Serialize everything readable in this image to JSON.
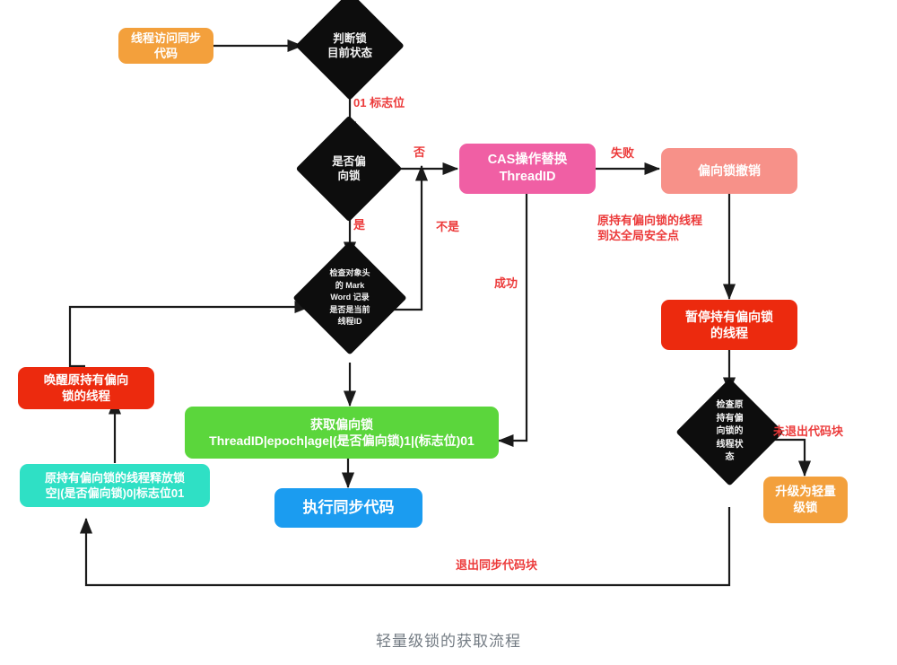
{
  "diagram": {
    "title": "轻量级锁的获取流程",
    "type": "flowchart",
    "colors": {
      "orange": "#F3A03C",
      "pink": "#F05FA4",
      "salmon": "#F79189",
      "red": "#EC2A0E",
      "green": "#5BD63C",
      "blue": "#1B9CF0",
      "teal": "#2FE0C5",
      "diamond": "#0D0D0D",
      "edge": "#1a1a1a",
      "edge_label": "#EC3A3A",
      "title_text": "#737B83"
    },
    "nodes": [
      {
        "id": "n1",
        "shape": "box",
        "color": "orange",
        "text": "线程访问同步代码"
      },
      {
        "id": "n2",
        "shape": "diamond",
        "color": "diamond",
        "text": "判断锁\n目前状态"
      },
      {
        "id": "n3",
        "shape": "diamond",
        "color": "diamond",
        "text": "是否偏\n向锁"
      },
      {
        "id": "n4",
        "shape": "box",
        "color": "pink",
        "text": "CAS操作替换\nThreadID"
      },
      {
        "id": "n5",
        "shape": "box",
        "color": "salmon",
        "text": "偏向锁撤销"
      },
      {
        "id": "n6",
        "shape": "box",
        "color": "red",
        "text": "暂停持有偏向锁\n的线程"
      },
      {
        "id": "n7",
        "shape": "diamond",
        "color": "diamond",
        "text": "检查对象头\n的 Mark\nWord 记录\n是否是当前\n线程ID"
      },
      {
        "id": "n8",
        "shape": "diamond",
        "color": "diamond",
        "text": "检查原\n持有偏\n向锁的\n线程状\n态"
      },
      {
        "id": "n9",
        "shape": "box",
        "color": "red",
        "text": "唤醒原持有偏向\n锁的线程"
      },
      {
        "id": "n10",
        "shape": "box",
        "color": "green",
        "text": "获取偏向锁\nThreadID|epoch|age|(是否偏向锁)1|(标志位)01"
      },
      {
        "id": "n11",
        "shape": "box",
        "color": "teal",
        "text": "原持有偏向锁的线程释放锁\n空|(是否偏向锁)0|标志位01"
      },
      {
        "id": "n12",
        "shape": "box",
        "color": "blue",
        "text": "执行同步代码"
      },
      {
        "id": "n13",
        "shape": "box",
        "color": "orange",
        "text": "升级为轻量\n级锁"
      }
    ],
    "edge_labels": [
      {
        "id": "e1",
        "text": "01 标志位"
      },
      {
        "id": "e2",
        "text": "否"
      },
      {
        "id": "e3",
        "text": "是"
      },
      {
        "id": "e4",
        "text": "不是"
      },
      {
        "id": "e5",
        "text": "失败"
      },
      {
        "id": "e6",
        "text": "成功"
      },
      {
        "id": "e7",
        "text": "原持有偏向锁的线程\n到达全局安全点"
      },
      {
        "id": "e8",
        "text": "未退出代码块"
      },
      {
        "id": "e9",
        "text": "退出同步代码块"
      }
    ]
  }
}
